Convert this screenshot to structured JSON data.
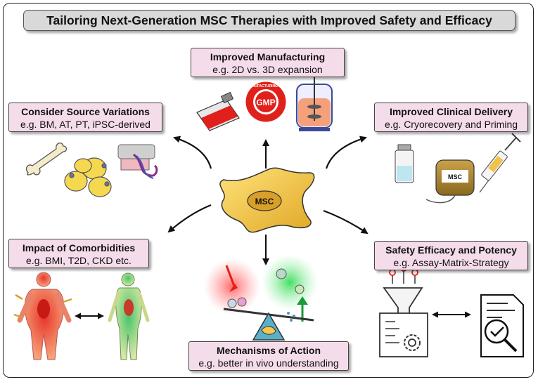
{
  "title": "Tailoring Next-Generation MSC Therapies with Improved Safety and Efficacy",
  "center_label": "MSC",
  "boxes": {
    "manufacturing": {
      "heading": "Improved Manufacturing",
      "sub": "e.g. 2D vs. 3D expansion"
    },
    "source": {
      "heading": "Consider Source Variations",
      "sub": "e.g. BM, AT, PT, iPSC-derived"
    },
    "delivery": {
      "heading": "Improved Clinical Delivery",
      "sub": "e.g. Cryorecovery and Priming"
    },
    "comorbidities": {
      "heading": "Impact of Comorbidities",
      "sub": "e.g. BMI, T2D, CKD etc."
    },
    "safety": {
      "heading": "Safety Efficacy and Potency",
      "sub": "e.g. Assay-Matrix-Strategy"
    },
    "mechanisms": {
      "heading": "Mechanisms of Action",
      "sub": "e.g. better in vivo understanding"
    }
  },
  "icon_labels": {
    "gmp": "GMP",
    "gmp_ring": "GOOD MANUFACTURING PRACTICE",
    "bag": "MSC"
  },
  "colors": {
    "box_fill": "#f5dcea",
    "title_fill": "#d9d9d9",
    "cell_fill": "#f2c94c",
    "inhibit_red": "#e0201b",
    "promote_green": "#1a9a3a"
  }
}
